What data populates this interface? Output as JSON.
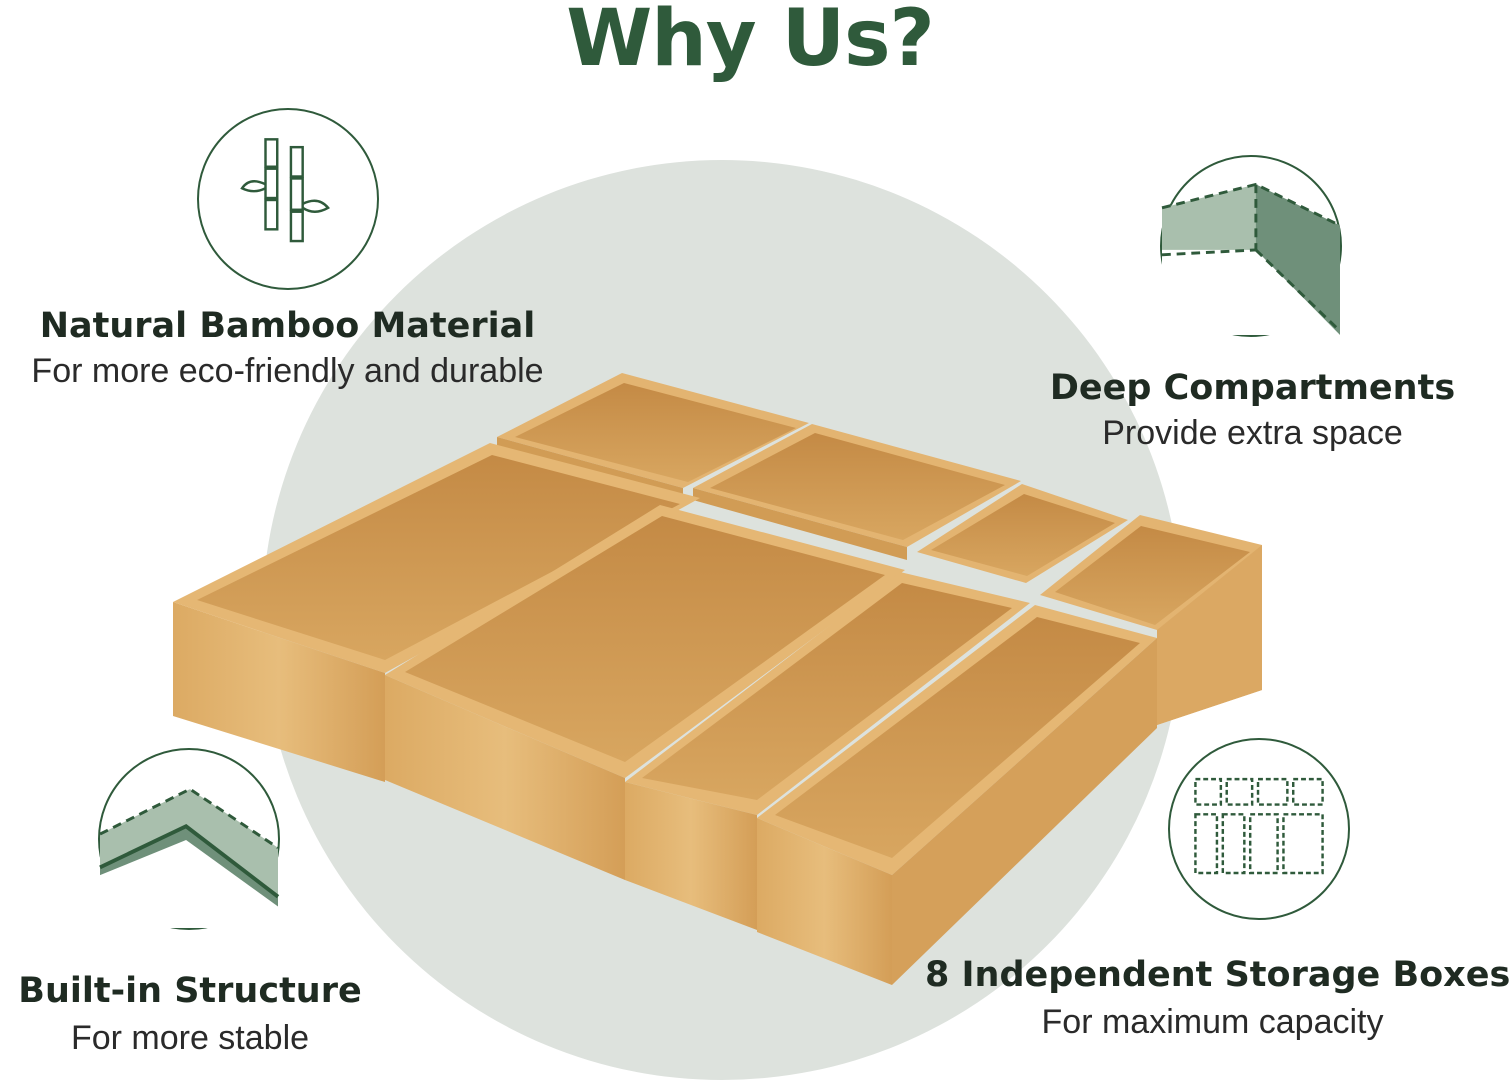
{
  "title": "Why Us?",
  "colors": {
    "brand_green": "#2f5a3b",
    "sage": "#dde2dd",
    "bamboo": "#d9a962"
  },
  "features": [
    {
      "icon": "bamboo-icon",
      "heading": "Natural Bamboo Material",
      "sub": "For more eco-friendly and durable"
    },
    {
      "icon": "deep-corner-icon",
      "heading": "Deep Compartments",
      "sub": "Provide extra space"
    },
    {
      "icon": "structure-corner-icon",
      "heading": "Built-in Structure",
      "sub": "For more stable"
    },
    {
      "icon": "grid-boxes-icon",
      "heading": "8 Independent Storage Boxes",
      "sub": "For maximum capacity"
    }
  ]
}
